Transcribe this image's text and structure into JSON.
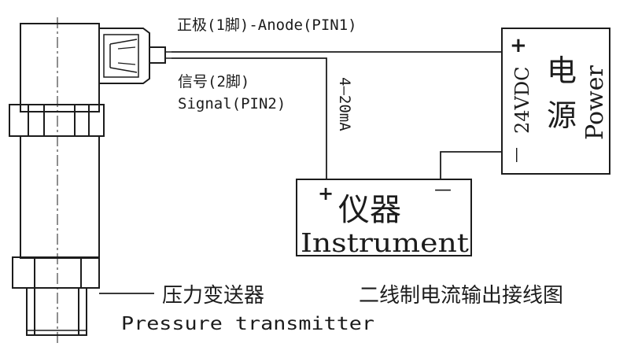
{
  "wiring": {
    "anode_label": "正极(1脚)-Anode(PIN1)",
    "signal_label_cn": "信号(2脚)",
    "signal_label_en": "Signal(PIN2)",
    "current_label": "4—20mA"
  },
  "power": {
    "plus": "+",
    "minus": "—",
    "voltage": "24VDC",
    "label_cn_1": "电",
    "label_cn_2": "源",
    "label_en": "Power"
  },
  "instrument": {
    "plus": "+",
    "minus": "—",
    "label_cn": "仪器",
    "label_en": "Instrument"
  },
  "transmitter": {
    "label_cn": "压力变送器",
    "label_en": "Pressure transmitter"
  },
  "diagram_title": "二线制电流输出接线图"
}
